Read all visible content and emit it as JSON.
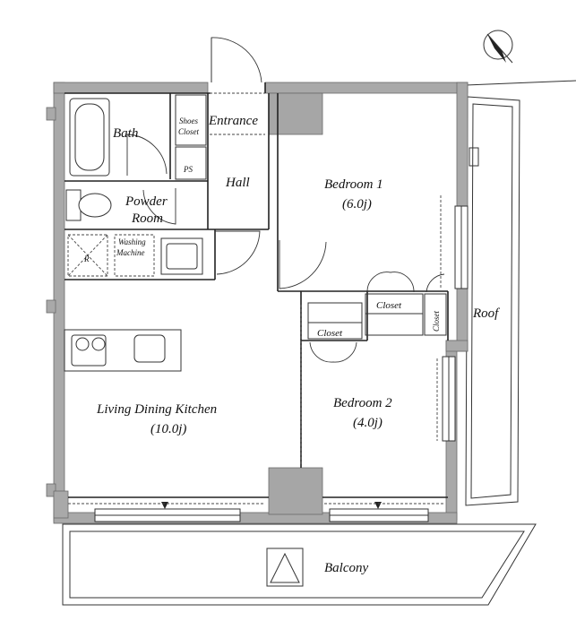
{
  "rooms": {
    "bath": "Bath",
    "shoes_closet_line1": "Shoes",
    "shoes_closet_line2": "Closet",
    "entrance": "Entrance",
    "ps": "PS",
    "hall": "Hall",
    "powder_line1": "Powder",
    "powder_line2": "Room",
    "washing_line1": "Washing",
    "washing_line2": "Machine",
    "fridge": "R",
    "bedroom1": "Bedroom 1",
    "bedroom1_size": "(6.0j)",
    "closet_b1": "Closet",
    "closet_b1_side": "Closet",
    "closet_b2": "Closet",
    "roof": "Roof",
    "ldk": "Living Dining Kitchen",
    "ldk_size": "(10.0j)",
    "bedroom2": "Bedroom 2",
    "bedroom2_size": "(4.0j)",
    "balcony": "Balcony"
  },
  "icons": {
    "compass": "north-arrow-icon",
    "balcony_mark": "exit-triangle-icon"
  }
}
